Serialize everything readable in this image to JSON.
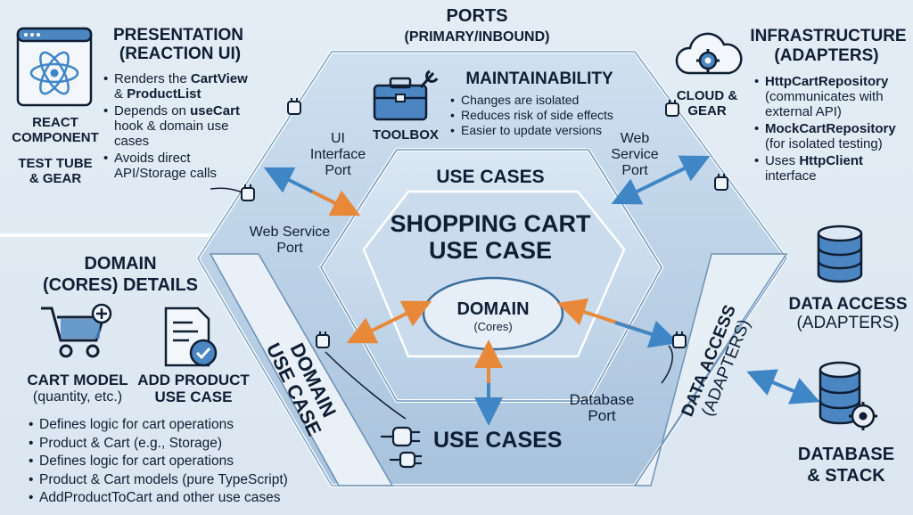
{
  "ports": {
    "title": "PORTS",
    "subtitle": "(PRIMARY/INBOUND)"
  },
  "presentation": {
    "title": "PRESENTATION",
    "subtitle": "(REACTION UI)",
    "icon_caption": [
      "REACT",
      "COMPONENT",
      "TEST TUBE",
      "& GEAR"
    ],
    "bullets": [
      {
        "lines": [
          [
            "Renders the ",
            "CartView"
          ],
          [
            "& ",
            "ProductList"
          ]
        ]
      },
      {
        "lines": [
          [
            "Depends on ",
            "useCart"
          ],
          [
            "hook & domain use",
            ""
          ],
          [
            "cases",
            ""
          ]
        ]
      },
      {
        "lines": [
          [
            "Avoids direct",
            ""
          ],
          [
            "API/Storage calls",
            ""
          ]
        ]
      }
    ]
  },
  "maintainability": {
    "title": "MAINTAINABILITY",
    "icon_caption": "TOOLBOX",
    "bullets": [
      "Changes are isolated",
      "Reduces risk of side effects",
      "Easier to update versions"
    ]
  },
  "infrastructure": {
    "title": "INFRASTRUCTURE",
    "subtitle": "(ADAPTERS)",
    "icon_caption": [
      "CLOUD &",
      "GEAR"
    ],
    "bullets": [
      {
        "lines": [
          [
            "",
            "HttpCartRepository"
          ],
          [
            "(communicates with",
            ""
          ],
          [
            "external API)",
            ""
          ]
        ]
      },
      {
        "lines": [
          [
            "",
            "MockCartRepository"
          ],
          [
            "(for isolated testing)",
            ""
          ]
        ]
      },
      {
        "lines": [
          [
            "Uses ",
            "HttpClient"
          ],
          [
            "interface",
            ""
          ]
        ]
      }
    ]
  },
  "ports_labels": {
    "ui": [
      "UI",
      "Interface",
      "Port"
    ],
    "web_left": [
      "Web Service",
      "Port"
    ],
    "web_right": [
      "Web",
      "Service",
      "Port"
    ],
    "database": [
      "Database",
      "Port"
    ]
  },
  "use_cases_top": "USE CASES",
  "shopping": [
    "SHOPPING CART",
    "USE CASE"
  ],
  "domain_core": {
    "title": "DOMAIN",
    "subtitle": "(Cores)"
  },
  "use_cases_bottom": "USE CASES",
  "domain_use_case": [
    "DOMAIN",
    "USE CASE"
  ],
  "data_access_vertical": [
    "DATA ACCESS",
    "(ADAPTERS)"
  ],
  "data_access_right": {
    "title": "DATA ACCESS",
    "subtitle": "(ADAPTERS)"
  },
  "database_stack": [
    "DATABASE",
    "& STACK"
  ],
  "domain_details": {
    "title": [
      "DOMAIN",
      "(CORES) DETAILS"
    ],
    "cart_model": [
      "CART MODEL",
      "(quantity, etc.)"
    ],
    "add_product": [
      "ADD PRODUCT",
      "USE CASE"
    ],
    "bullets": [
      "Defines logic for cart operations",
      "Product & Cart (e.g., Storage)",
      "Defines logic for cart operations",
      "Product & Cart models (pure TypeScript)",
      "AddProductToCart and other use cases"
    ]
  },
  "colors": {
    "navy": "#0f1e33",
    "hex_fill": "#b9cfe5",
    "arrow_blue": "#3f86c6",
    "arrow_orange": "#e8893a"
  }
}
